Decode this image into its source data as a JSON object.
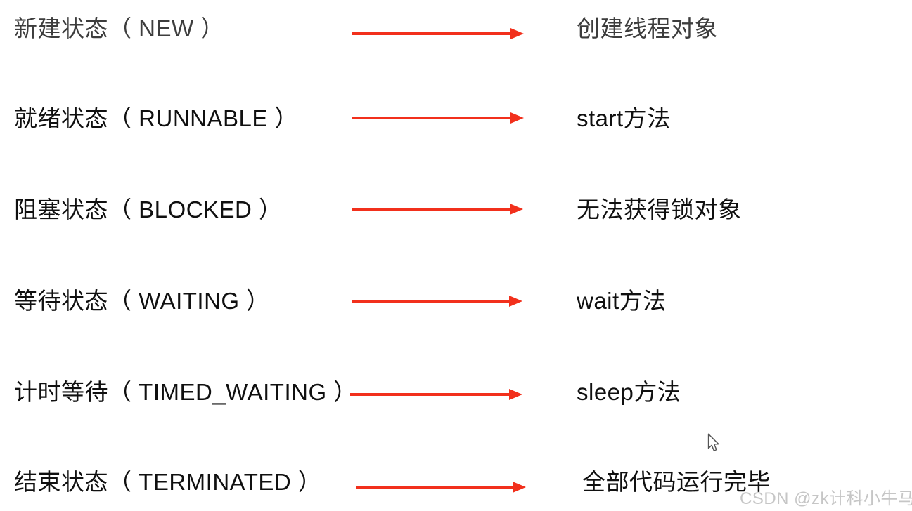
{
  "colors": {
    "arrow": "#f2301c",
    "row1_text": "#3d3d3d",
    "default_text": "#101010",
    "watermark": "#c6c6c6"
  },
  "rows": [
    {
      "state": "NEW",
      "left": "新建状态（ NEW ）",
      "right": "创建线程对象"
    },
    {
      "state": "RUNNABLE",
      "left": "就绪状态（ RUNNABLE ）",
      "right": "start方法"
    },
    {
      "state": "BLOCKED",
      "left": "阻塞状态（ BLOCKED ）",
      "right": "无法获得锁对象"
    },
    {
      "state": "WAITING",
      "left": "等待状态（ WAITING ）",
      "right": "wait方法"
    },
    {
      "state": "TIMED_WAITING",
      "left": "计时等待（ TIMED_WAITING ）",
      "right": "sleep方法"
    },
    {
      "state": "TERMINATED",
      "left": "结束状态（ TERMINATED ）",
      "right": "全部代码运行完毕"
    }
  ],
  "watermark": {
    "text": "CSDN @zk计科小牛马"
  }
}
